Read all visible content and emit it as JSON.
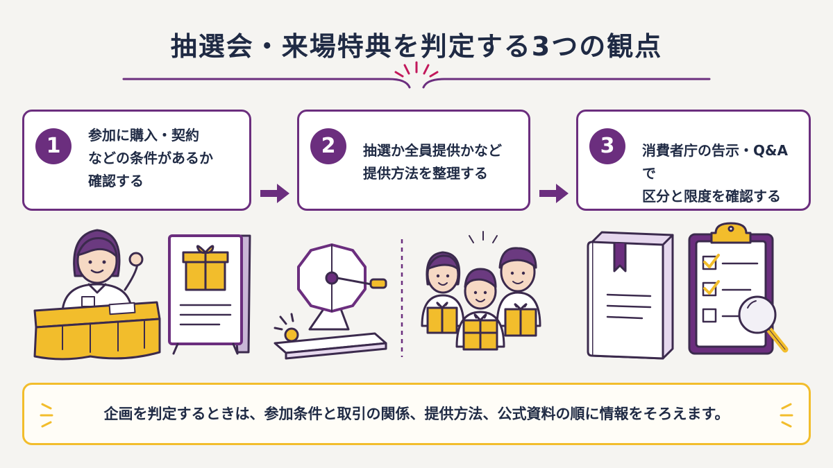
{
  "title": "抽選会・来場特典を判定する3つの観点",
  "colors": {
    "purple": "#6b2e7e",
    "yellow": "#f2bd2c",
    "navy": "#1f2a44",
    "magenta": "#c2185b",
    "background": "#f5f4f1"
  },
  "steps": [
    {
      "number": "1",
      "text": "参加に購入・契約\nなどの条件があるか\n確認する"
    },
    {
      "number": "2",
      "text": "抽選か全員提供かなど\n提供方法を整理する"
    },
    {
      "number": "3",
      "text": "消費者庁の告示・Q&Aで\n区分と限度を確認する"
    }
  ],
  "icons": [
    "arrow-right-icon",
    "receptionist-icon",
    "gift-signboard-icon",
    "lottery-machine-icon",
    "family-with-gifts-icon",
    "book-icon",
    "checklist-clipboard-icon",
    "magnifier-icon",
    "sparkle-icon"
  ],
  "note": "企画を判定するときは、参加条件と取引の関係、提供方法、公式資料の順に情報をそろえます。"
}
